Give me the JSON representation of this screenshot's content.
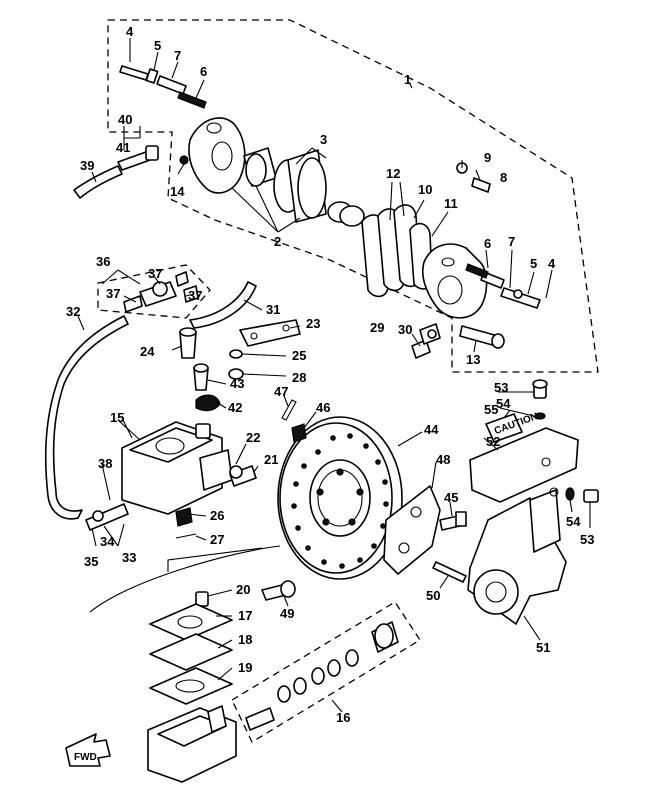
{
  "direction_label": "FWD",
  "decal_text": "CAUTION",
  "callouts": [
    {
      "id": "c1",
      "text": "1"
    },
    {
      "id": "c2",
      "text": "2"
    },
    {
      "id": "c3",
      "text": "3"
    },
    {
      "id": "c4a",
      "text": "4"
    },
    {
      "id": "c4b",
      "text": "4"
    },
    {
      "id": "c5a",
      "text": "5"
    },
    {
      "id": "c5b",
      "text": "5"
    },
    {
      "id": "c6a",
      "text": "6"
    },
    {
      "id": "c6b",
      "text": "6"
    },
    {
      "id": "c7a",
      "text": "7"
    },
    {
      "id": "c7b",
      "text": "7"
    },
    {
      "id": "c8",
      "text": "8"
    },
    {
      "id": "c9",
      "text": "9"
    },
    {
      "id": "c10",
      "text": "10"
    },
    {
      "id": "c11",
      "text": "11"
    },
    {
      "id": "c12",
      "text": "12"
    },
    {
      "id": "c13",
      "text": "13"
    },
    {
      "id": "c14",
      "text": "14"
    },
    {
      "id": "c15",
      "text": "15"
    },
    {
      "id": "c16",
      "text": "16"
    },
    {
      "id": "c17",
      "text": "17"
    },
    {
      "id": "c18",
      "text": "18"
    },
    {
      "id": "c19",
      "text": "19"
    },
    {
      "id": "c20",
      "text": "20"
    },
    {
      "id": "c21",
      "text": "21"
    },
    {
      "id": "c22",
      "text": "22"
    },
    {
      "id": "c23",
      "text": "23"
    },
    {
      "id": "c24",
      "text": "24"
    },
    {
      "id": "c25",
      "text": "25"
    },
    {
      "id": "c26",
      "text": "26"
    },
    {
      "id": "c27",
      "text": "27"
    },
    {
      "id": "c28",
      "text": "28"
    },
    {
      "id": "c29",
      "text": "29"
    },
    {
      "id": "c30",
      "text": "30"
    },
    {
      "id": "c31",
      "text": "31"
    },
    {
      "id": "c32",
      "text": "32"
    },
    {
      "id": "c33",
      "text": "33"
    },
    {
      "id": "c34",
      "text": "34"
    },
    {
      "id": "c35",
      "text": "35"
    },
    {
      "id": "c36",
      "text": "36"
    },
    {
      "id": "c37a",
      "text": "37"
    },
    {
      "id": "c37b",
      "text": "37"
    },
    {
      "id": "c37c",
      "text": "37"
    },
    {
      "id": "c38",
      "text": "38"
    },
    {
      "id": "c39",
      "text": "39"
    },
    {
      "id": "c40",
      "text": "40"
    },
    {
      "id": "c41",
      "text": "41"
    },
    {
      "id": "c42",
      "text": "42"
    },
    {
      "id": "c43",
      "text": "43"
    },
    {
      "id": "c44",
      "text": "44"
    },
    {
      "id": "c45",
      "text": "45"
    },
    {
      "id": "c46",
      "text": "46"
    },
    {
      "id": "c47",
      "text": "47"
    },
    {
      "id": "c48",
      "text": "48"
    },
    {
      "id": "c49",
      "text": "49"
    },
    {
      "id": "c50",
      "text": "50"
    },
    {
      "id": "c51",
      "text": "51"
    },
    {
      "id": "c52",
      "text": "52"
    },
    {
      "id": "c53a",
      "text": "53"
    },
    {
      "id": "c53b",
      "text": "53"
    },
    {
      "id": "c54a",
      "text": "54"
    },
    {
      "id": "c54b",
      "text": "54"
    },
    {
      "id": "c55",
      "text": "55"
    }
  ]
}
